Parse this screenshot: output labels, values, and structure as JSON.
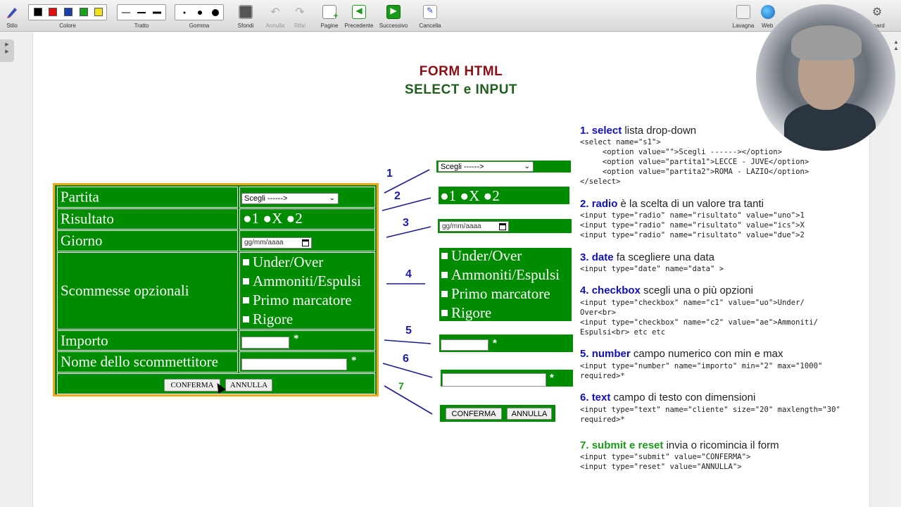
{
  "toolbar": {
    "items": [
      {
        "label": "Stilo"
      },
      {
        "label": "Colore"
      },
      {
        "label": "Tratto"
      },
      {
        "label": "Gomma"
      },
      {
        "label": "Sfondi"
      },
      {
        "label": "Annulla"
      },
      {
        "label": "Rifai"
      },
      {
        "label": "Pagine"
      },
      {
        "label": "Precedente"
      },
      {
        "label": "Successivo"
      },
      {
        "label": "Cancella"
      },
      {
        "label": "Lavagna"
      },
      {
        "label": "Web"
      },
      {
        "label": "Board"
      }
    ],
    "colors": [
      "#000000",
      "#e01010",
      "#1a3fa8",
      "#1aa01a",
      "#f0e020"
    ]
  },
  "title": {
    "line1": "FORM HTML",
    "line2": "SELECT e INPUT"
  },
  "form": {
    "rows": {
      "partita": "Partita",
      "risultato": "Risultato",
      "giorno": "Giorno",
      "scommesse": "Scommesse opzionali",
      "importo": "Importo",
      "nome": "Nome dello scommettitore"
    },
    "select_value": "Scegli ------>",
    "radios": "●1 ●X ●2",
    "date_placeholder": "gg/mm/aaaa",
    "checkboxes": [
      "Under/Over",
      "Ammoniti/Espulsi",
      "Primo marcatore",
      "Rigore"
    ],
    "required_mark": "*",
    "submit_label": "CONFERMA",
    "reset_label": "ANNULLA"
  },
  "numbers": [
    "1",
    "2",
    "3",
    "4",
    "5",
    "6",
    "7"
  ],
  "explanations": {
    "s1_num": "1.",
    "s1_kw": "select",
    "s1_desc": " lista drop-down",
    "s1_code": [
      "<select name=\"s1\">",
      "     <option value=\"\">Scegli ------></option>",
      "     <option value=\"partita1\">LECCE - JUVE</option>",
      "     <option value=\"partita2\">ROMA - LAZIO</option>",
      "</select>"
    ],
    "s2_num": "2.",
    "s2_kw": "radio",
    "s2_desc": " è la scelta di un valore tra tanti",
    "s2_code": [
      "<input type=\"radio\" name=\"risultato\" value=\"uno\">1",
      "<input type=\"radio\" name=\"risultato\" value=\"ics\">X",
      "<input type=\"radio\" name=\"risultato\" value=\"due\">2"
    ],
    "s3_num": "3.",
    "s3_kw": "date",
    "s3_desc": " fa scegliere una data",
    "s3_code": [
      "<input type=\"date\" name=\"data\" >"
    ],
    "s4_num": "4.",
    "s4_kw": "checkbox",
    "s4_desc": " scegli una o più opzioni",
    "s4_code": [
      "<input type=\"checkbox\" name=\"c1\" value=\"uo\">Under/",
      "Over<br>",
      "<input type=\"checkbox\" name=\"c2\" value=\"ae\">Ammoniti/",
      "Espulsi<br> etc etc"
    ],
    "s5_num": "5.",
    "s5_kw": "number",
    "s5_desc": " campo numerico con min e max",
    "s5_code": [
      "<input type=\"number\" name=\"importo\" min=\"2\" max=\"1000\"",
      "required>*"
    ],
    "s6_num": "6.",
    "s6_kw": "text",
    "s6_desc": " campo di testo con dimensioni",
    "s6_code": [
      "<input type=\"text\" name=\"cliente\" size=\"20\" maxlength=\"30\"",
      "required>*"
    ],
    "s7_num": "7.",
    "s7_kw": "submit e reset",
    "s7_desc": " invia o ricomincia il form",
    "s7_code": [
      "<input type=\"submit\" value=\"CONFERMA\">",
      "<input type=\"reset\" value=\"ANNULLA\">"
    ]
  }
}
